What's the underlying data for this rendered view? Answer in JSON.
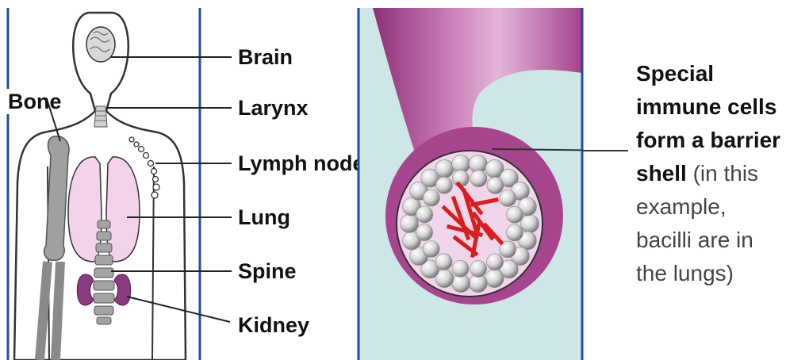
{
  "labels": {
    "brain": "Brain",
    "larynx": "Larynx",
    "lymph_node": "Lymph node",
    "lung": "Lung",
    "spine": "Spine",
    "kidney": "Kidney",
    "bone": "Bone"
  },
  "caption": {
    "bold": "Special immune cells form a barrier shell",
    "normal": " (in this example, bacilli are in the lungs)"
  },
  "colors": {
    "frame": "#1f4fa0",
    "body_fill": "#ffffff",
    "lung": "#f2d3ea",
    "kidney": "#8a3a7e",
    "bone": "#9a9a9a",
    "background_right": "#cde6e6",
    "airway": "#a8478f",
    "bacilli": "#d81e1e",
    "immune_cell": "#e6e6e6"
  }
}
